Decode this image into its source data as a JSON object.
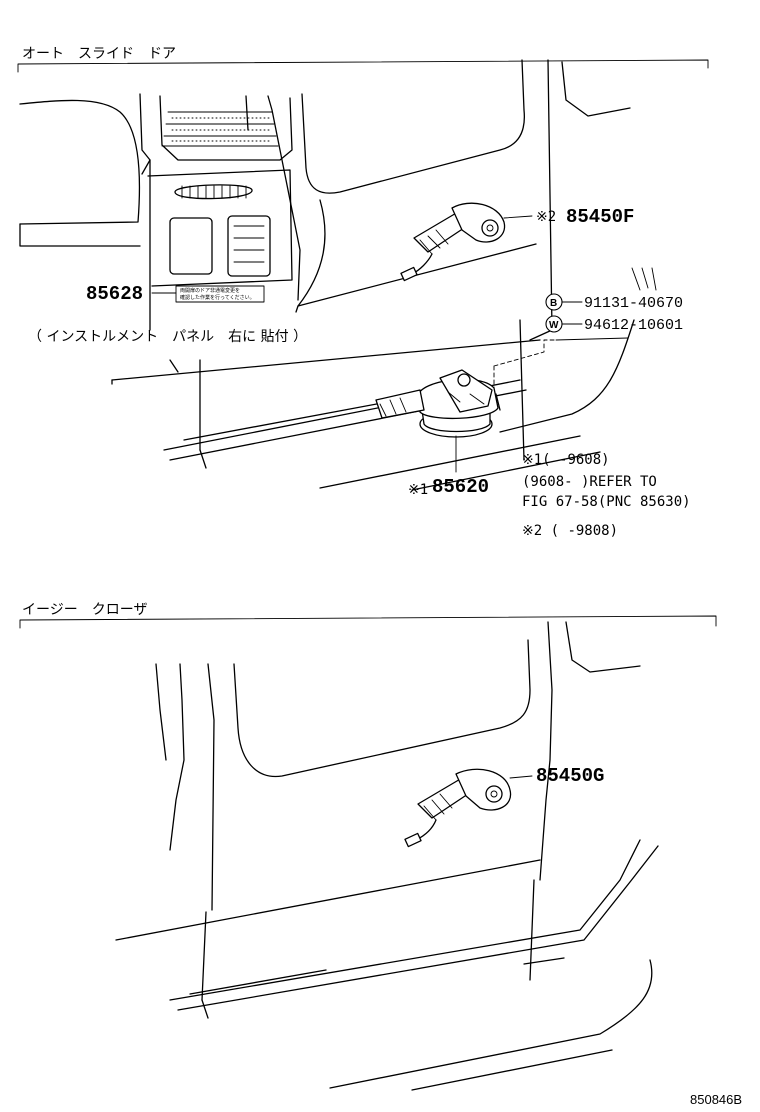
{
  "sections": {
    "auto_slide_door": {
      "title": "オート　スライド　ドア"
    },
    "easy_closer": {
      "title": "イージー　クローザ"
    }
  },
  "parts": {
    "p85450F": {
      "mark": "※2",
      "number": "85450F"
    },
    "p85628": {
      "number": "85628"
    },
    "p85620": {
      "mark": "※1",
      "number": "85620"
    },
    "p85450G": {
      "number": "85450G"
    },
    "bolt": {
      "symbol": "B",
      "number": "91131-40670"
    },
    "washer": {
      "symbol": "W",
      "number": "94612-10601"
    }
  },
  "panel_note": "（ インストルメント　パネル　右に 貼付 ）",
  "label_plate": {
    "line1": "両開扉のドア非通電変更を",
    "line2": "確認した作業を行ってください。"
  },
  "footnotes": {
    "n1": "※1(     -9608)",
    "n2": "(9608-     )REFER TO",
    "n3": "FIG 67-58(PNC 85630)",
    "n4": "※2 (     -9808)"
  },
  "figure_code": "850846B"
}
